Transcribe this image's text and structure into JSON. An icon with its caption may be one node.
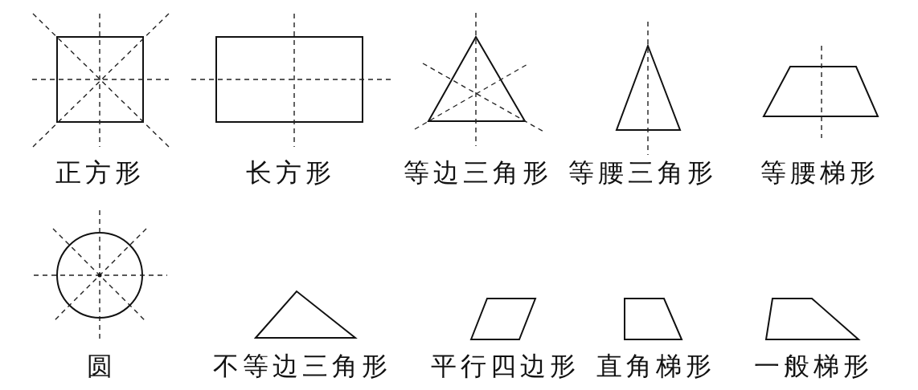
{
  "diagram": {
    "nodes": [
      {
        "text": [
          "正方形"
        ]
      },
      {
        "text": [
          "长方形"
        ]
      },
      {
        "text": [
          "等边三角形"
        ]
      },
      {
        "text": [
          "等腰三角形"
        ]
      },
      {
        "text": [
          "等腰梯形"
        ]
      },
      {
        "text": [
          "圆"
        ]
      },
      {
        "text": [
          "不等边三角形"
        ]
      },
      {
        "text": [
          "平行四边形"
        ]
      },
      {
        "text": [
          "直角梯形"
        ]
      },
      {
        "text": [
          "一般梯形"
        ]
      }
    ]
  }
}
